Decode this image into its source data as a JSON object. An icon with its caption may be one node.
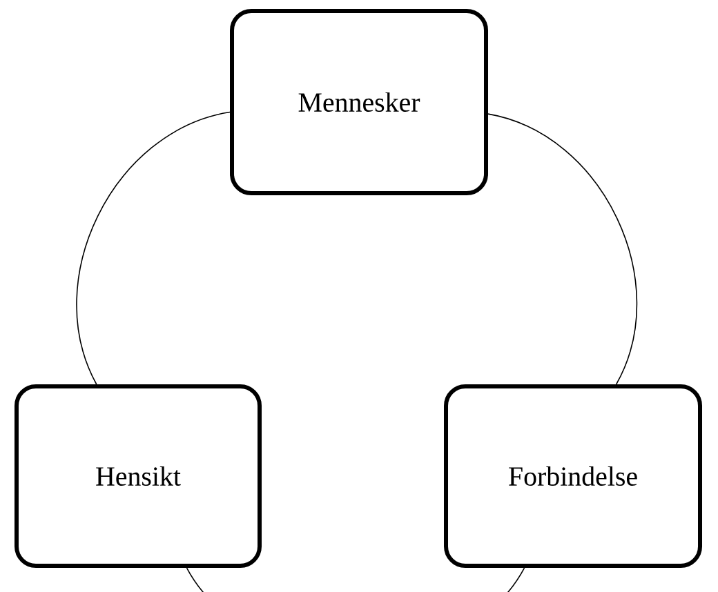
{
  "diagram": {
    "nodes": [
      {
        "text": [
          "Mennesker"
        ]
      },
      {
        "text": [
          "Hensikt"
        ]
      },
      {
        "text": [
          "Forbindelse"
        ]
      }
    ],
    "edges": [
      {
        "from": 0,
        "to": 1,
        "arrow": "none"
      },
      {
        "from": 0,
        "to": 2,
        "arrow": "none"
      },
      {
        "from": 1,
        "to": 2,
        "arrow": "none"
      }
    ]
  }
}
